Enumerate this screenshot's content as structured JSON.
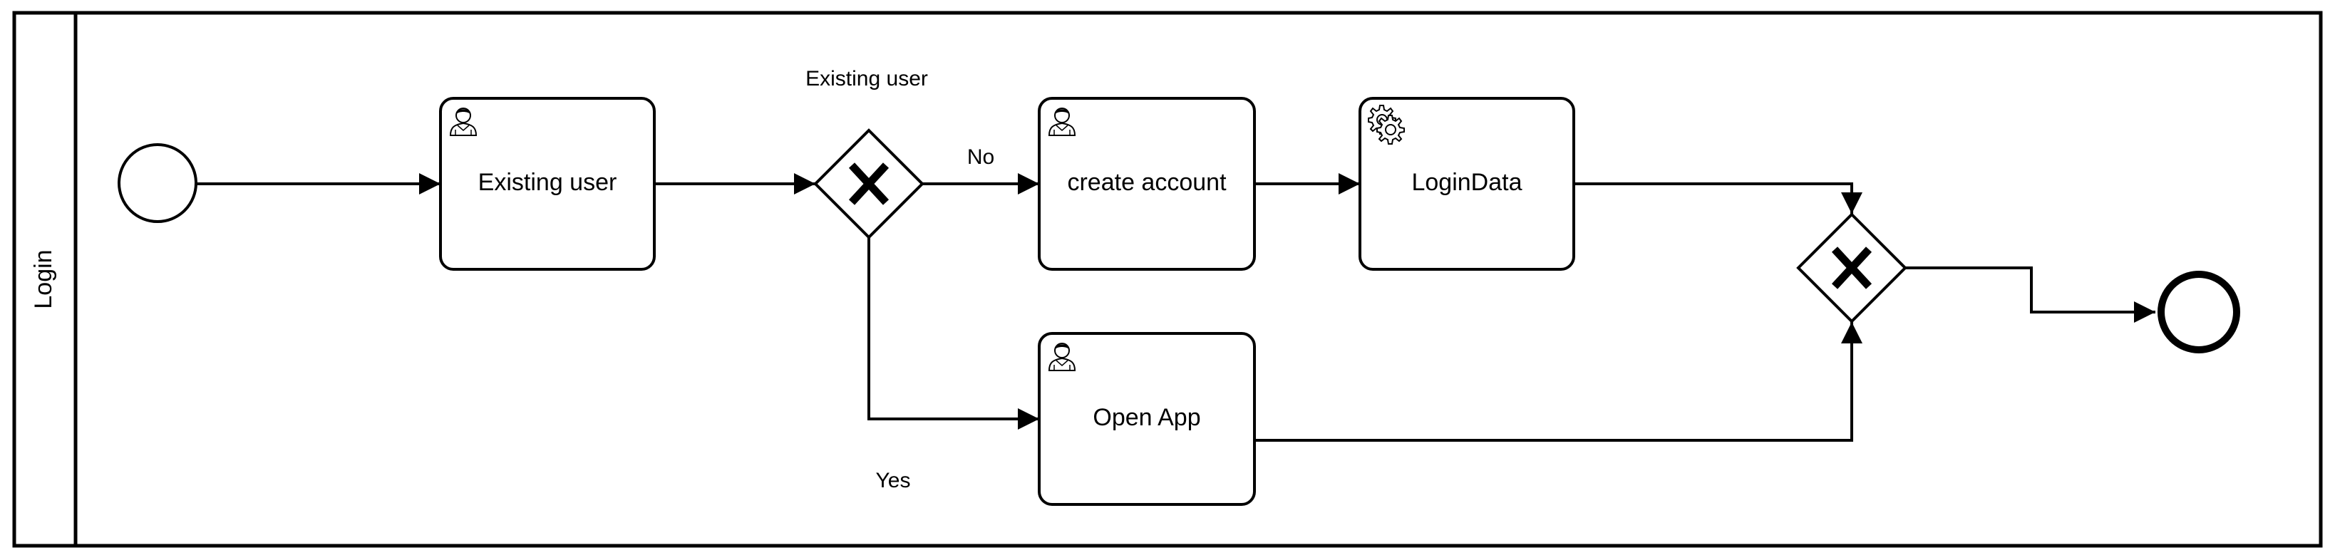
{
  "pool": {
    "label": "Login"
  },
  "tasks": {
    "existing_user": {
      "label": "Existing user",
      "kind": "user-task"
    },
    "create_account": {
      "label": "create account",
      "kind": "user-task"
    },
    "login_data": {
      "label": "LoginData",
      "kind": "service-task"
    },
    "open_app": {
      "label": "Open App",
      "kind": "user-task"
    }
  },
  "gateways": {
    "existing_user_gateway": {
      "label": "Existing user",
      "kind": "exclusive-gateway"
    },
    "merge_gateway": {
      "kind": "exclusive-gateway"
    }
  },
  "flows": {
    "no_label": "No",
    "yes_label": "Yes"
  },
  "events": {
    "start": {
      "kind": "start-event"
    },
    "end": {
      "kind": "end-event"
    }
  },
  "colors": {
    "stroke": "#000000",
    "fill": "#ffffff"
  }
}
